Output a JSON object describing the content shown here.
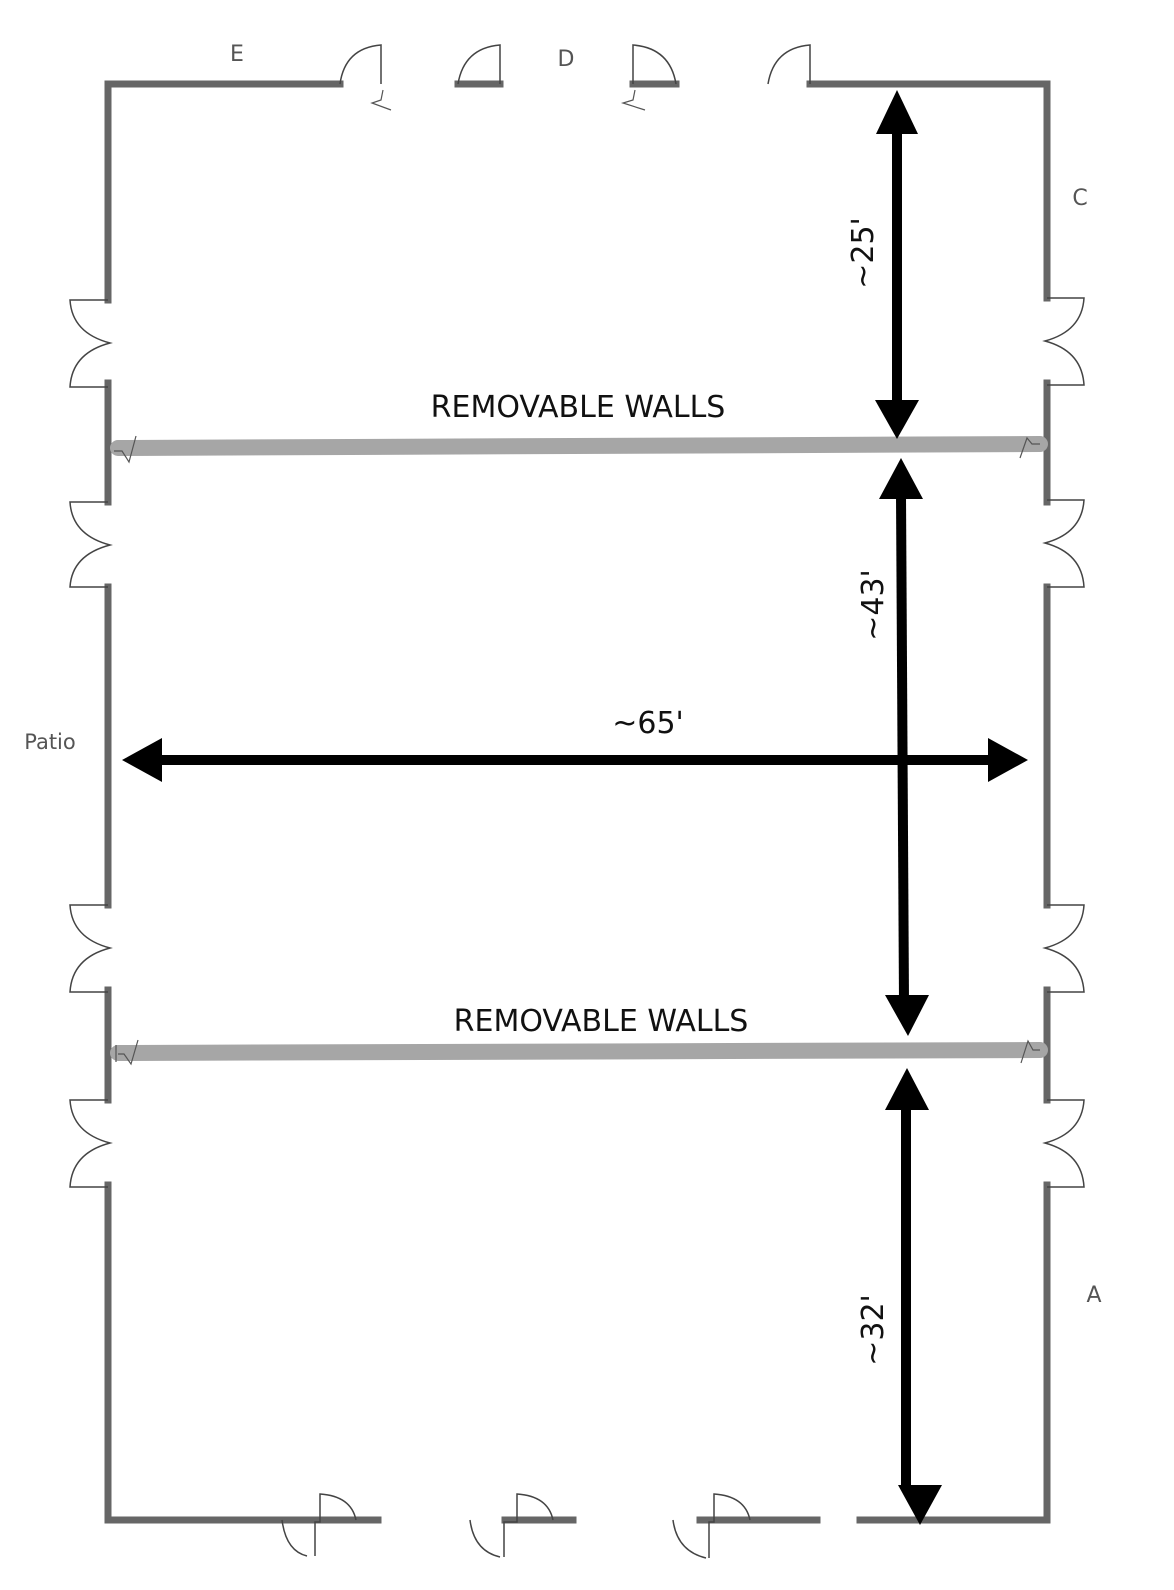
{
  "floor_plan": {
    "entrance_labels": {
      "e": "E",
      "d": "D",
      "c": "C",
      "a": "A",
      "patio": "Patio"
    },
    "removable_walls": [
      {
        "label": "REMOVABLE WALLS"
      },
      {
        "label": "REMOVABLE WALLS"
      }
    ],
    "dimensions": {
      "top_section": "~25'",
      "middle_section": "~43'",
      "bottom_section": "~32'",
      "width": "~65'"
    },
    "colors": {
      "wall": "#666666",
      "removable_wall": "#a6a6a6",
      "dimension_arrow": "#000000"
    }
  }
}
